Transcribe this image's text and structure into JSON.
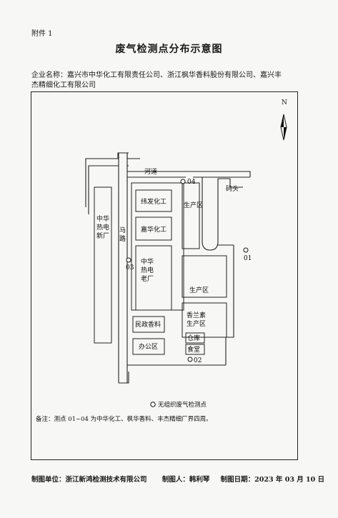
{
  "header": {
    "attachment": "附件 1",
    "title": "废气检测点分布示意图",
    "company_line1": "企业名称：嘉兴市中华化工有限责任公司、浙江枫华香料股份有限公司、嘉兴丰",
    "company_line2": "杰精细化工有限公司"
  },
  "map": {
    "north": "N",
    "labels": {
      "river": "河道",
      "dock": "码头",
      "thermal_new_1": "中华",
      "thermal_new_2": "热电",
      "thermal_new_3": "新厂",
      "road_1": "马",
      "road_2": "路",
      "weifa": "纬发化工",
      "jiahua": "嘉华化工",
      "thermal_old_1": "中华",
      "thermal_old_2": "热电",
      "thermal_old_3": "老厂",
      "production_top": "生产区",
      "production_mid": "生产区",
      "xianglansu_1": "香兰素",
      "xianglansu_2": "生产区",
      "minzheng": "民政香料",
      "office": "办公区",
      "warehouse": "仓库",
      "canteen": "食堂",
      "point_01": "01",
      "point_02": "02",
      "point_03": "03",
      "point_04": "04"
    },
    "legend": "无组织废气检测点",
    "note": "备注：测点 01~04 为中华化工、枫华香料、丰杰精细厂界四周。"
  },
  "footer": {
    "maker_unit": "制图单位：浙江新鸿检测技术有限公司",
    "maker": "制图人：韩利琴",
    "date": "制图日期：2023 年 03 月 10 日"
  }
}
